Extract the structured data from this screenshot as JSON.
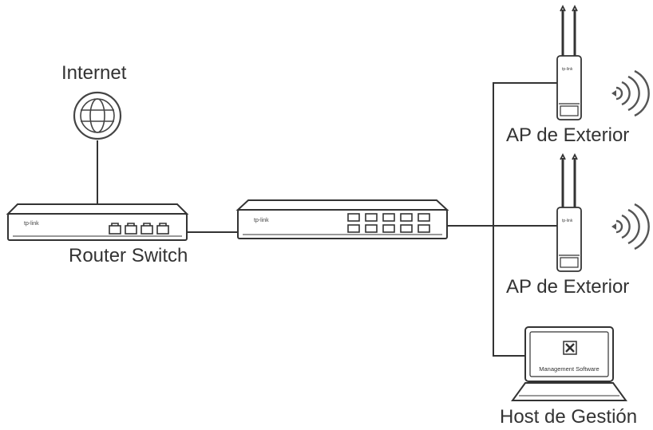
{
  "nodes": {
    "internet": {
      "label": "Internet",
      "icon": "globe-icon"
    },
    "router": {
      "label": "Router Switch",
      "brand": "tp-link"
    },
    "switch": {
      "brand": "tp-link"
    },
    "ap1": {
      "label": "AP de Exterior",
      "brand": "tp-link"
    },
    "ap2": {
      "label": "AP de Exterior",
      "brand": "tp-link"
    },
    "host": {
      "label": "Host de Gestión",
      "screen_text": "Management Software",
      "icon": "tools-icon"
    }
  },
  "links": [
    {
      "from": "internet",
      "to": "router"
    },
    {
      "from": "router",
      "to": "switch"
    },
    {
      "from": "switch",
      "to": "ap1"
    },
    {
      "from": "switch",
      "to": "ap2"
    },
    {
      "from": "switch",
      "to": "host"
    }
  ],
  "colors": {
    "line": "#333333",
    "device_fill": "#ffffff",
    "text": "#333333"
  }
}
